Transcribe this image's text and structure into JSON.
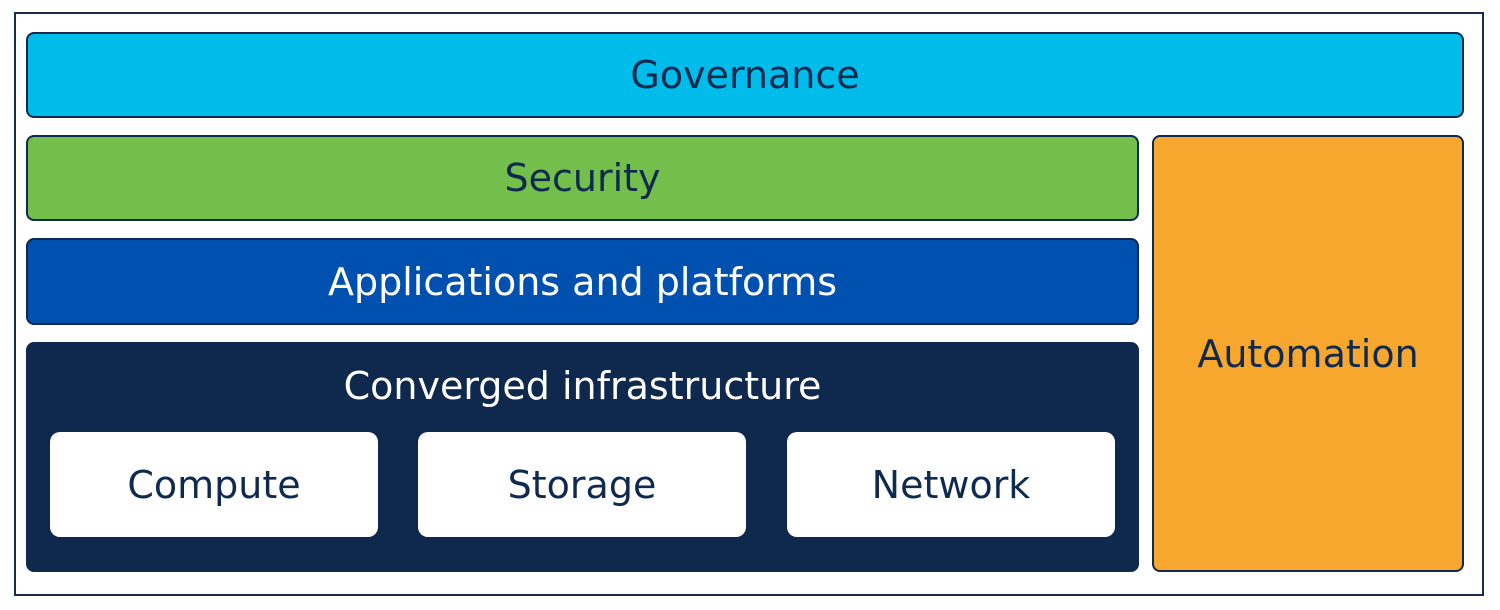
{
  "diagram": {
    "layers": {
      "governance": {
        "label": "Governance",
        "color": "#00bceb",
        "text_color": "#0f2a4e"
      },
      "security": {
        "label": "Security",
        "color": "#74bf4b",
        "text_color": "#0f2a4e"
      },
      "applications": {
        "label": "Applications and platforms",
        "color": "#0051af",
        "text_color": "#ffffff"
      },
      "converged": {
        "label": "Converged infrastructure",
        "color": "#0f284d",
        "text_color": "#ffffff"
      },
      "automation": {
        "label": "Automation",
        "color": "#f7a72e",
        "text_color": "#0f2a4e"
      }
    },
    "converged_components": [
      {
        "label": "Compute"
      },
      {
        "label": "Storage"
      },
      {
        "label": "Network"
      }
    ]
  }
}
